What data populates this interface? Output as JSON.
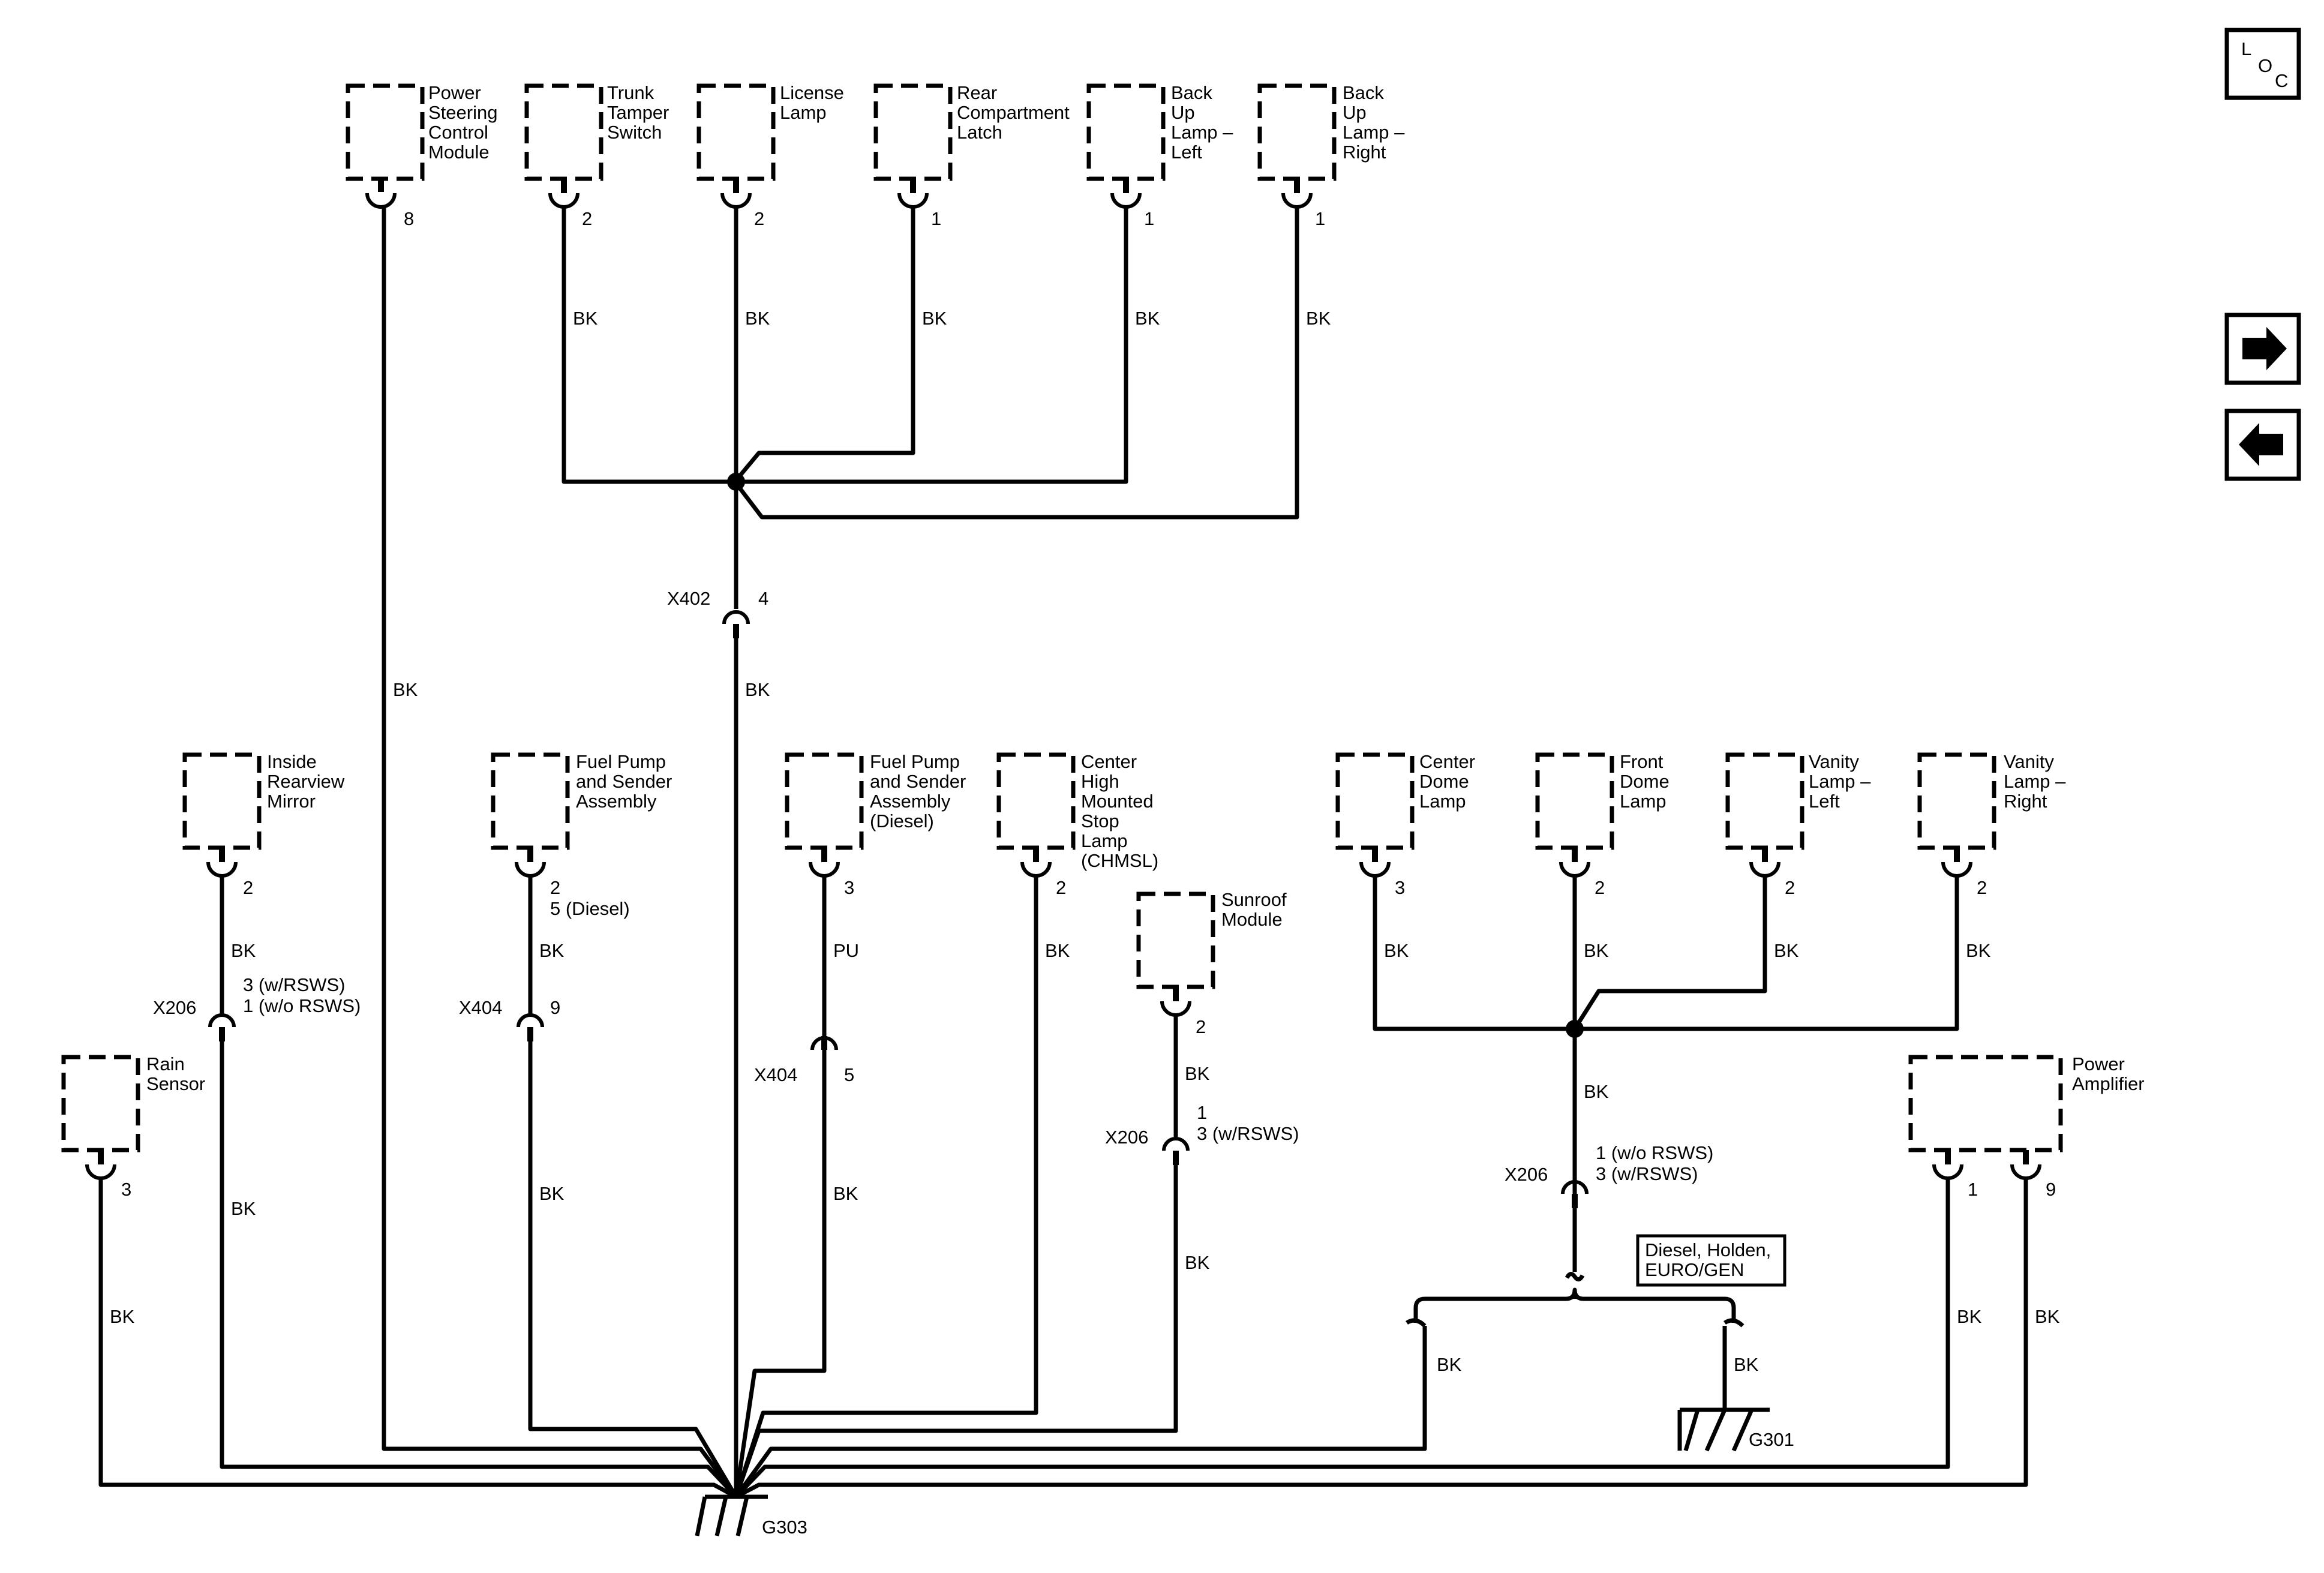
{
  "components": {
    "power_steering": [
      "Power",
      "Steering",
      "Control",
      "Module"
    ],
    "trunk_tamper": [
      "Trunk",
      "Tamper",
      "Switch"
    ],
    "license_lamp": [
      "License",
      "Lamp"
    ],
    "rear_latch": [
      "Rear",
      "Compartment",
      "Latch"
    ],
    "backup_left": [
      "Back",
      "Up",
      "Lamp –",
      "Left"
    ],
    "backup_right": [
      "Back",
      "Up",
      "Lamp –",
      "Right"
    ],
    "inside_mirror": [
      "Inside",
      "Rearview",
      "Mirror"
    ],
    "fuel_pump": [
      "Fuel Pump",
      "and Sender",
      "Assembly"
    ],
    "fuel_pump_diesel": [
      "Fuel Pump",
      "and Sender",
      "Assembly",
      "(Diesel)"
    ],
    "chmsl": [
      "Center",
      "High",
      "Mounted",
      "Stop",
      "Lamp",
      "(CHMSL)"
    ],
    "sunroof": [
      "Sunroof",
      "Module"
    ],
    "center_dome": [
      "Center",
      "Dome",
      "Lamp"
    ],
    "front_dome": [
      "Front",
      "Dome",
      "Lamp"
    ],
    "vanity_left": [
      "Vanity",
      "Lamp –",
      "Left"
    ],
    "vanity_right": [
      "Vanity",
      "Lamp –",
      "Right"
    ],
    "rain_sensor": [
      "Rain",
      "Sensor"
    ],
    "power_amp": [
      "Power",
      "Amplifier"
    ]
  },
  "pins": {
    "power_steering": "8",
    "trunk_tamper": "2",
    "license_lamp": "2",
    "rear_latch": "1",
    "backup_left": "1",
    "backup_right": "1",
    "inside_mirror": "2",
    "fuel_pump": [
      "2",
      "5 (Diesel)"
    ],
    "fuel_pump_diesel": "3",
    "chmsl": "2",
    "sunroof": "2",
    "center_dome": "3",
    "front_dome": "2",
    "vanity_left": "2",
    "vanity_right": "2",
    "rain_sensor": "3",
    "amp_a": "1",
    "amp_b": "9"
  },
  "connectors": {
    "x402": {
      "name": "X402",
      "pin": "4"
    },
    "x206_mirror": {
      "name": "X206",
      "pins": [
        "3 (w/RSWS)",
        "1 (w/o RSWS)"
      ]
    },
    "x404_fuel": {
      "name": "X404",
      "pin": "9"
    },
    "x404_diesel": {
      "name": "X404",
      "pin": "5"
    },
    "x206_sunroof": {
      "name": "X206",
      "pins": [
        "1",
        "3 (w/RSWS)"
      ]
    },
    "x206_dome": {
      "name": "X206",
      "pins": [
        "1 (w/o RSWS)",
        "3 (w/RSWS)"
      ]
    }
  },
  "wire_colors": {
    "bk": "BK",
    "pu": "PU"
  },
  "options_box": [
    "Diesel, Holden,",
    "EURO/GEN"
  ],
  "grounds": {
    "g303": "G303",
    "g301": "G301"
  },
  "nav": {
    "loc": [
      "L",
      "O",
      "C"
    ],
    "next_icon": "arrow-right-icon",
    "prev_icon": "arrow-left-icon"
  }
}
